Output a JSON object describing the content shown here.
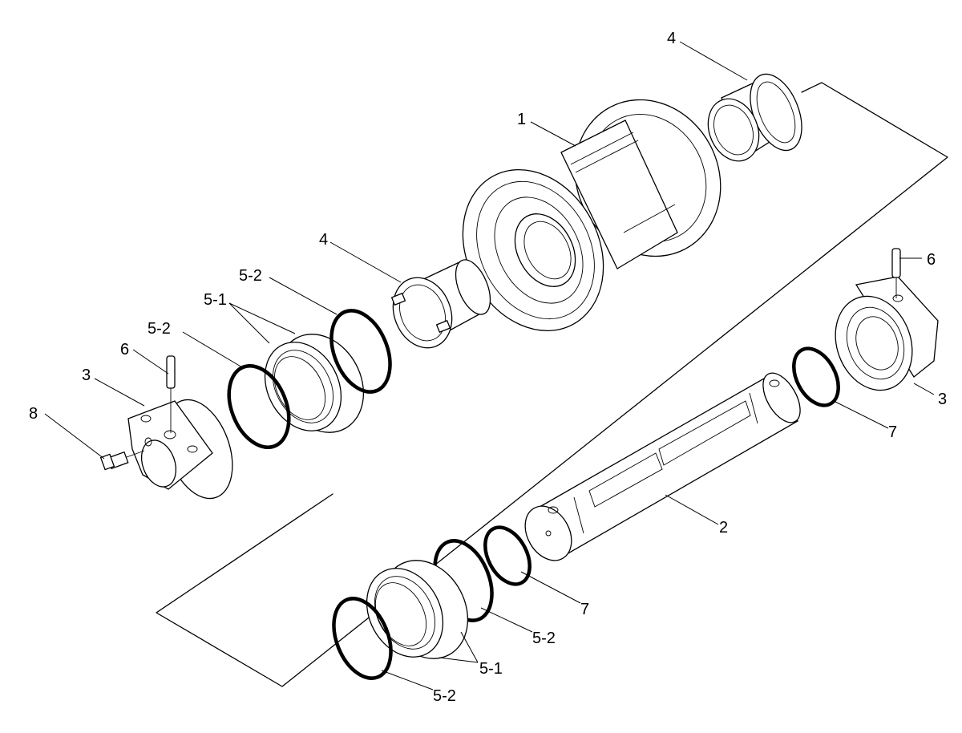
{
  "callouts": {
    "c4_top": "4",
    "c1": "1",
    "c4_mid": "4",
    "c5_2_a": "5-2",
    "c5_1_a": "5-1",
    "c5_2_b": "5-2",
    "c6_left": "6",
    "c3_left": "3",
    "c8": "8",
    "c6_right": "6",
    "c3_right": "3",
    "c7_right": "7",
    "c2": "2",
    "c7_bottom": "7",
    "c5_2_c": "5-2",
    "c5_1_b": "5-1",
    "c5_2_d": "5-2"
  }
}
